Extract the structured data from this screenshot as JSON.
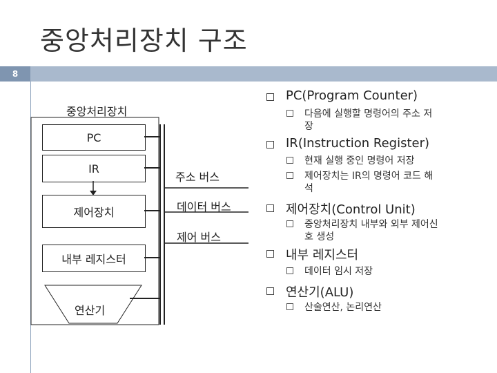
{
  "slide": {
    "title": "중앙처리장치 구조",
    "number": "8"
  },
  "diagram": {
    "cpu_label": "중앙처리장치",
    "pc": "PC",
    "ir": "IR",
    "control": "제어장치",
    "registers": "내부 레지스터",
    "alu": "연산기",
    "address_bus": "주소 버스",
    "data_bus": "데이터 버스",
    "control_bus": "제어 버스"
  },
  "bullets": [
    {
      "text": "PC(Program Counter)",
      "subs": [
        "다음에 실행할 명령어의 주소 저",
        "장"
      ]
    },
    {
      "text": "IR(Instruction Register)",
      "subs": [
        "현재 실행 중인 명령어 저장",
        "제어장치는 IR의 명령어 코드 해",
        "석"
      ]
    },
    {
      "text": "제어장치(Control Unit)",
      "subs": [
        "중앙처리장치 내부와 외부 제어신",
        "호 생성"
      ]
    },
    {
      "text": "내부 레지스터",
      "subs": [
        "데이터 임시 저장"
      ]
    },
    {
      "text": "연산기(ALU)",
      "subs": [
        "산술연산, 논리연산"
      ]
    }
  ]
}
